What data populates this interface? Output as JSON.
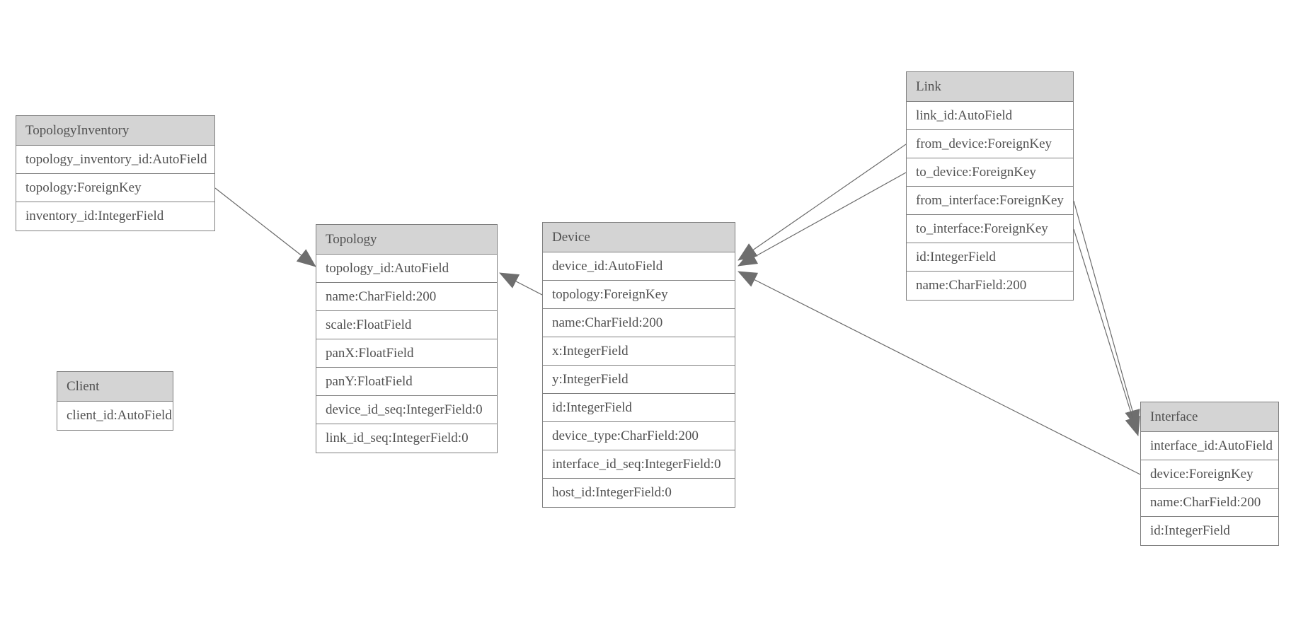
{
  "diagram": {
    "background_color": "#ffffff",
    "border_color": "#7f7f7f",
    "header_fill_color": "#d4d4d4",
    "text_color": "#515151",
    "line_color": "#6b6b6b",
    "arrowhead_color": "#6e6e6e"
  },
  "entities": [
    {
      "name": "TopologyInventory",
      "fields": [
        "topology_inventory_id:AutoField",
        "topology:ForeignKey",
        "inventory_id:IntegerField"
      ]
    },
    {
      "name": "Topology",
      "fields": [
        "topology_id:AutoField",
        "name:CharField:200",
        "scale:FloatField",
        "panX:FloatField",
        "panY:FloatField",
        "device_id_seq:IntegerField:0",
        "link_id_seq:IntegerField:0"
      ]
    },
    {
      "name": "Client",
      "fields": [
        "client_id:AutoField"
      ]
    },
    {
      "name": "Device",
      "fields": [
        "device_id:AutoField",
        "topology:ForeignKey",
        "name:CharField:200",
        "x:IntegerField",
        "y:IntegerField",
        "id:IntegerField",
        "device_type:CharField:200",
        "interface_id_seq:IntegerField:0",
        "host_id:IntegerField:0"
      ]
    },
    {
      "name": "Link",
      "fields": [
        "link_id:AutoField",
        "from_device:ForeignKey",
        "to_device:ForeignKey",
        "from_interface:ForeignKey",
        "to_interface:ForeignKey",
        "id:IntegerField",
        "name:CharField:200"
      ]
    },
    {
      "name": "Interface",
      "fields": [
        "interface_id:AutoField",
        "device:ForeignKey",
        "name:CharField:200",
        "id:IntegerField"
      ]
    }
  ],
  "relationships": [
    {
      "from_entity": "TopologyInventory",
      "from_field": "topology",
      "to_entity": "Topology"
    },
    {
      "from_entity": "Device",
      "from_field": "topology",
      "to_entity": "Topology"
    },
    {
      "from_entity": "Link",
      "from_field": "from_device",
      "to_entity": "Device"
    },
    {
      "from_entity": "Link",
      "from_field": "to_device",
      "to_entity": "Device"
    },
    {
      "from_entity": "Link",
      "from_field": "from_interface",
      "to_entity": "Interface"
    },
    {
      "from_entity": "Link",
      "from_field": "to_interface",
      "to_entity": "Interface"
    },
    {
      "from_entity": "Interface",
      "from_field": "device",
      "to_entity": "Device"
    }
  ]
}
